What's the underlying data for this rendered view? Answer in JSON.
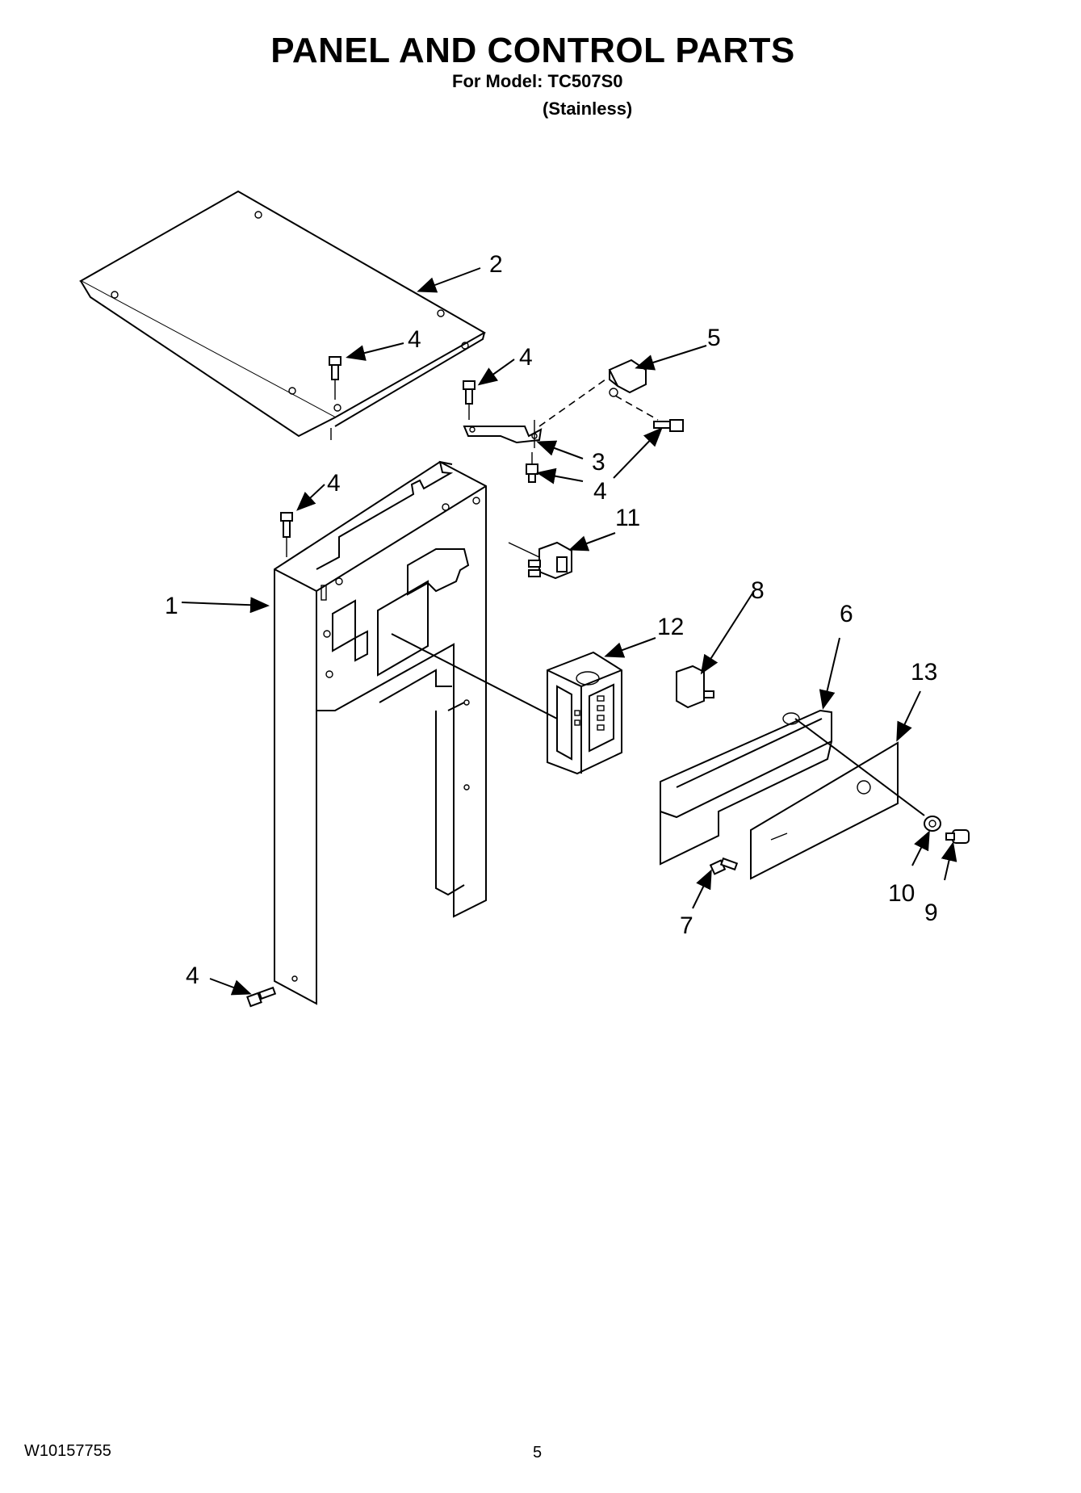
{
  "header": {
    "title": "PANEL AND CONTROL PARTS",
    "model": "For Model: TC507S0",
    "variant": "(Stainless)"
  },
  "callouts": {
    "c1": "1",
    "c2": "2",
    "c3": "3",
    "c4a": "4",
    "c4b": "4",
    "c4c": "4",
    "c4d": "4",
    "c4e": "4",
    "c5": "5",
    "c6": "6",
    "c7": "7",
    "c8": "8",
    "c9": "9",
    "c10": "10",
    "c11": "11",
    "c12": "12",
    "c13": "13"
  },
  "footer": {
    "doc_number": "W10157755",
    "page": "5"
  }
}
